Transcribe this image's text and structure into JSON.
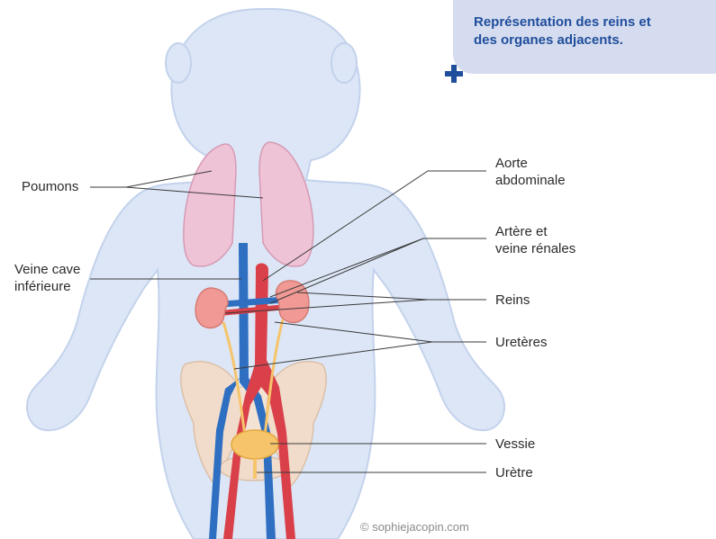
{
  "header": {
    "title_line1": "Représentation des reins et",
    "title_line2": "des organes adjacents."
  },
  "labels": {
    "poumons": "Poumons",
    "veine_cave_line1": "Veine cave",
    "veine_cave_line2": "inférieure",
    "aorte_line1": "Aorte",
    "aorte_line2": "abdominale",
    "artere_line1": "Artère et",
    "artere_line2": "veine rénales",
    "reins": "Reins",
    "ureteres": "Uretères",
    "vessie": "Vessie",
    "uretre": "Urètre"
  },
  "credit": "© sophiejacopin.com",
  "colors": {
    "body": "#dce6f6",
    "body_outline": "#b9c9e6",
    "lung": "#efc3d6",
    "kidney": "#f19a95",
    "artery": "#d9404a",
    "vein": "#2f6fc1",
    "pelvis": "#f1dccb",
    "bladder": "#f6c46a",
    "title_bg": "#d6dcef",
    "title_text": "#1f4e9c",
    "plus": "#1f4e9c"
  }
}
